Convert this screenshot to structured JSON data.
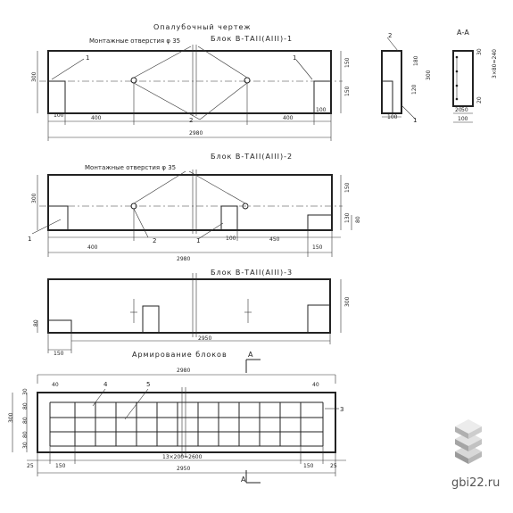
{
  "titles": {
    "formwork": "Опалубочный чертеж",
    "block1": "Блок В-ТАII(АIII)-1",
    "block2": "Блок В-ТАII(АIII)-2",
    "block3": "Блок В-ТАII(АIII)-3",
    "reinforcement": "Армирование блоков",
    "section": "А-А",
    "section_mark": "А"
  },
  "notes": {
    "holes1": "Монтажные отверстия φ 35",
    "holes2": "Монтажные отверстия φ 35"
  },
  "dims": {
    "b1_300": "300",
    "b1_150a": "150",
    "b1_150b": "150",
    "b1_100": "100",
    "b1_400a": "400",
    "b1_400b": "400",
    "b1_100r": "100",
    "b1_2980": "2980",
    "sec_180": "180",
    "sec_120": "120",
    "sec_300": "300",
    "sec_100": "100",
    "aa_dims": "3×80=240",
    "aa_30": "30",
    "aa_20a": "20",
    "aa_20b": "20",
    "aa_50": "50",
    "aa_100": "100",
    "b2_300": "300",
    "b2_150": "150",
    "b2_130": "130",
    "b2_80": "80",
    "b2_400": "400",
    "b2_100": "100",
    "b2_450": "450",
    "b2_150b": "150",
    "b2_2980": "2980",
    "b3_300": "300",
    "b3_80": "80",
    "b3_2950": "2950",
    "b3_150": "150",
    "r_2980": "2980",
    "r_40a": "40",
    "r_40b": "40",
    "r_300": "300",
    "r_30": "30",
    "r_80a": "80",
    "r_80b": "80",
    "r_80c": "80",
    "r_30b": "30",
    "r_25a": "25",
    "r_150a": "150",
    "r_mid": "13×200=2600",
    "r_150b": "150",
    "r_25b": "25",
    "r_2950": "2950"
  },
  "callouts": {
    "c1a": "1",
    "c1b": "1",
    "c2a": "2",
    "c2b": "2",
    "c1c": "1",
    "c1d": "1",
    "c2c": "2",
    "c3": "3",
    "c4": "4",
    "c5": "5"
  },
  "watermark": {
    "site": "gbi22.ru",
    "logo_icon": "stacked-slabs-icon"
  }
}
